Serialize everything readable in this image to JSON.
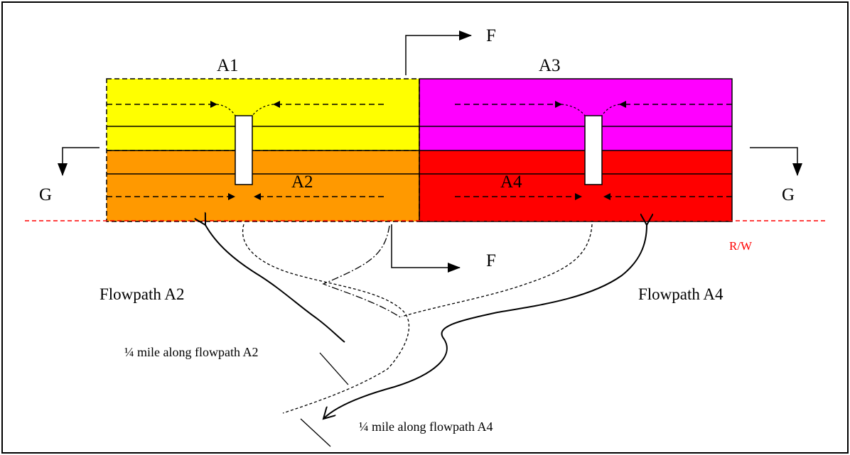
{
  "regions": {
    "a1": {
      "label": "A1",
      "color": "#ffff00"
    },
    "a2": {
      "label": "A2",
      "color": "#ff9900"
    },
    "a3": {
      "label": "A3",
      "color": "#ff00ff"
    },
    "a4": {
      "label": "A4",
      "color": "#ff0000"
    }
  },
  "sections": {
    "f": "F",
    "g": "G"
  },
  "right_of_way": {
    "label": "R/W",
    "color": "#ff0000"
  },
  "flowpaths": {
    "a2_label": "Flowpath A2",
    "a4_label": "Flowpath A4",
    "a2_quarter_mile": "¼ mile along flowpath A2",
    "a4_quarter_mile": "¼ mile along flowpath A4"
  }
}
